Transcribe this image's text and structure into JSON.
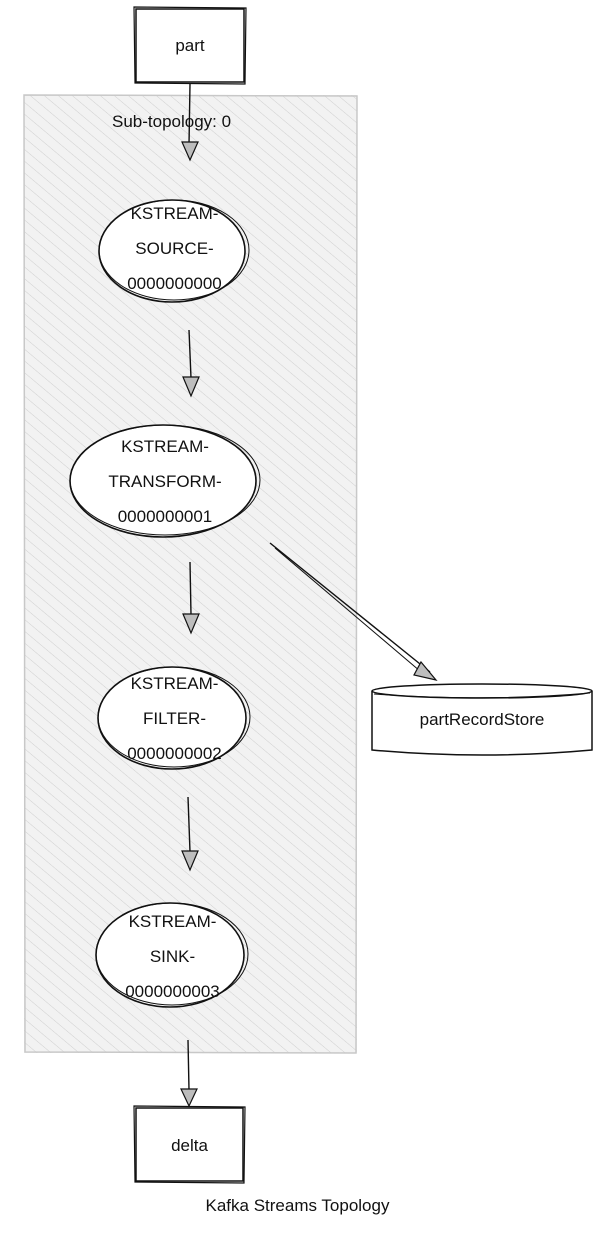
{
  "diagram": {
    "subtopology_label": "Sub-topology: 0",
    "topics": {
      "input": "part",
      "output": "delta"
    },
    "store": "partRecordStore",
    "nodes": [
      {
        "lines": [
          "KSTREAM-",
          "SOURCE-",
          "0000000000"
        ]
      },
      {
        "lines": [
          "KSTREAM-",
          "TRANSFORM-",
          "0000000001"
        ]
      },
      {
        "lines": [
          "KSTREAM-",
          "FILTER-",
          "0000000002"
        ]
      },
      {
        "lines": [
          "KSTREAM-",
          "SINK-",
          "0000000003"
        ]
      }
    ],
    "caption": "Kafka Streams Topology"
  }
}
